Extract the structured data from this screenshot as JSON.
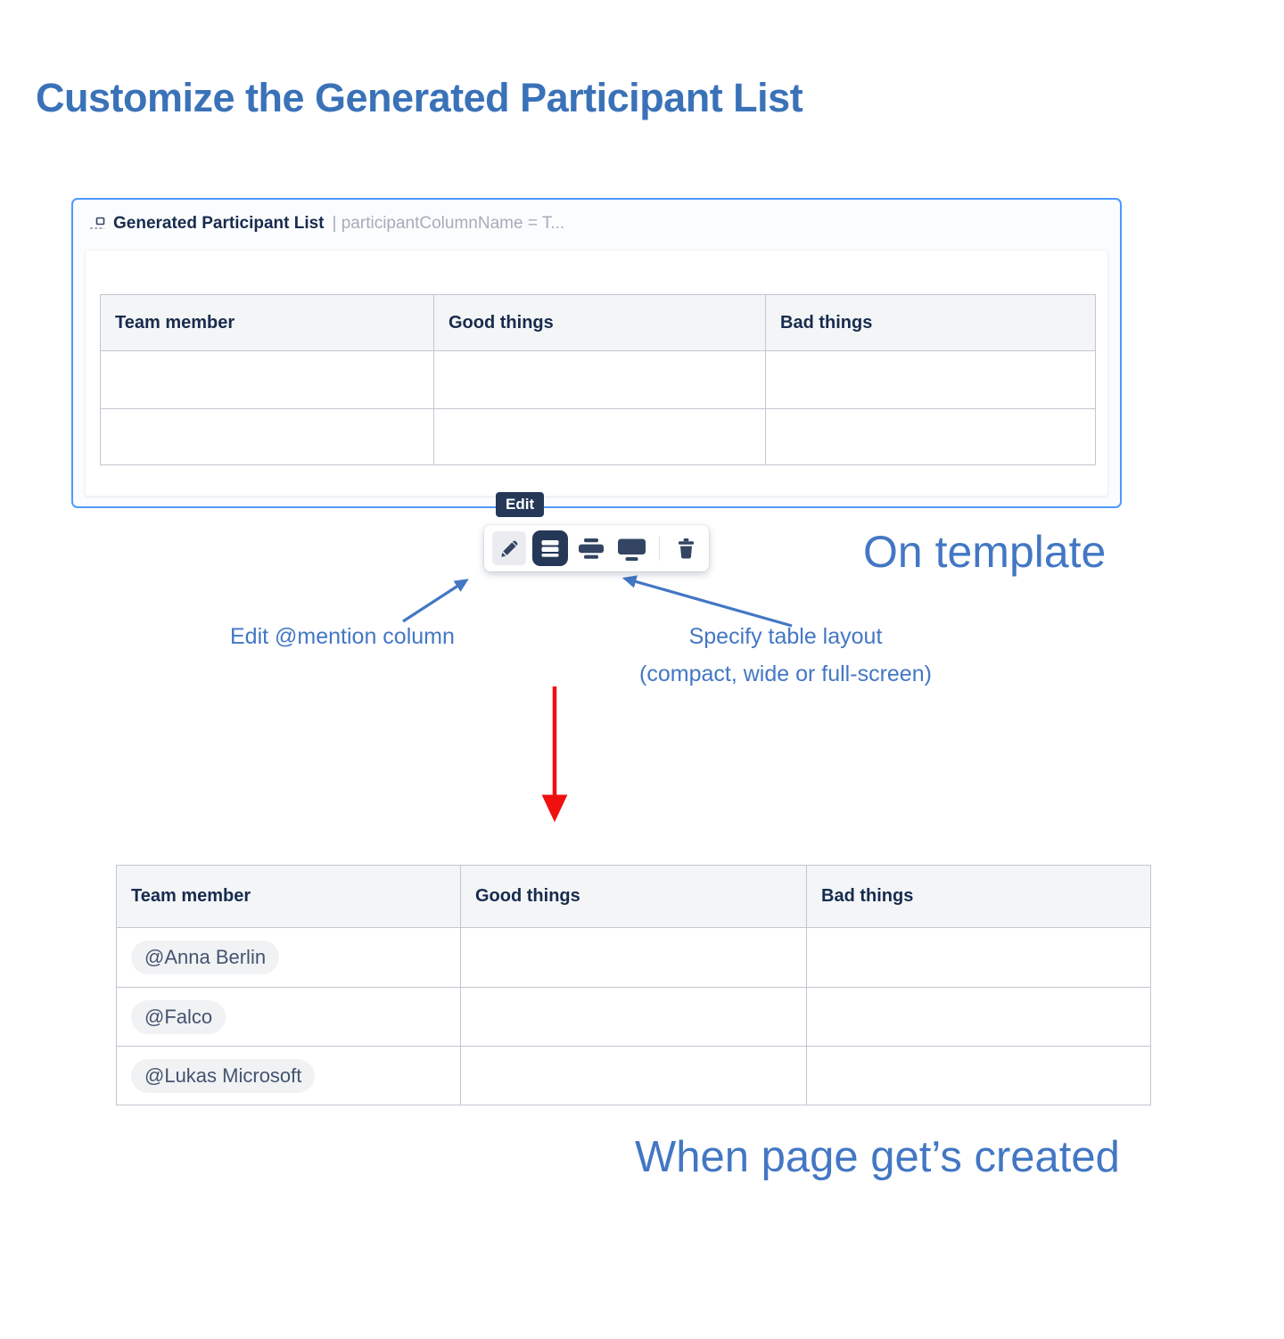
{
  "page": {
    "title": "Customize the Generated Participant List"
  },
  "macro": {
    "icon": "macro-placeholder-icon",
    "name": "Generated Participant List",
    "params": "| participantColumnName = T...",
    "table": {
      "headers": [
        "Team member",
        "Good things",
        "Bad things"
      ],
      "empty_rows": 2
    }
  },
  "tooltip": {
    "label": "Edit"
  },
  "toolbar": {
    "buttons": [
      {
        "icon": "pencil-icon",
        "action": "edit-mention-column"
      },
      {
        "icon": "compact-layout-icon",
        "action": "layout-compact",
        "state": "selected"
      },
      {
        "icon": "wide-layout-icon",
        "action": "layout-wide"
      },
      {
        "icon": "fullscreen-layout-icon",
        "action": "layout-fullscreen"
      },
      {
        "icon": "trash-icon",
        "action": "delete-macro"
      }
    ]
  },
  "annotations": {
    "on_template": "On template",
    "edit_mention": "Edit @mention column",
    "specify_layout_line1": "Specify table layout",
    "specify_layout_line2": "(compact, wide or full-screen)",
    "when_created": "When page get’s created"
  },
  "result_table": {
    "headers": [
      "Team member",
      "Good things",
      "Bad things"
    ],
    "rows": [
      {
        "member": "@Anna Berlin"
      },
      {
        "member": "@Falco"
      },
      {
        "member": "@Lukas Microsoft"
      }
    ]
  },
  "colors": {
    "title_blue": "#3A72B8",
    "annotation_blue": "#4377C4",
    "macro_border": "#4C9AFF",
    "navy_text": "#172B4D",
    "icon_navy": "#344563",
    "selected_dark": "#253858",
    "table_border": "#C1C7D0",
    "header_bg": "#F4F5F7",
    "pill_bg": "#F1F2F4",
    "arrow_red": "#F01010"
  }
}
